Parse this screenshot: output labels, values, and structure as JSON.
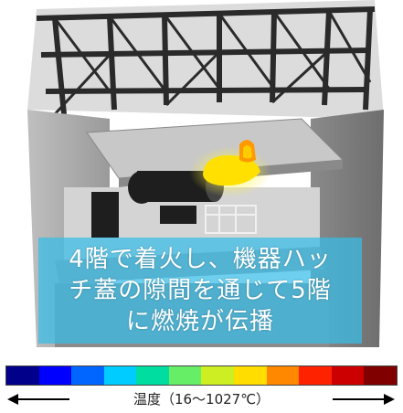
{
  "caption": {
    "lines": [
      "4階で着火し、機器ハッ",
      "チ蓋の隙間を通じて5階",
      "に燃焼が伝播"
    ]
  },
  "legend": {
    "label": "温度（16〜1027℃）",
    "colors": [
      "#00008b",
      "#0000ff",
      "#0066ff",
      "#00ccff",
      "#00dda0",
      "#66ee66",
      "#ccee22",
      "#ffdd00",
      "#ff8800",
      "#ff2200",
      "#cc0000",
      "#800000"
    ]
  },
  "icons": {
    "left": "arrow-left-icon",
    "right": "arrow-right-icon"
  }
}
